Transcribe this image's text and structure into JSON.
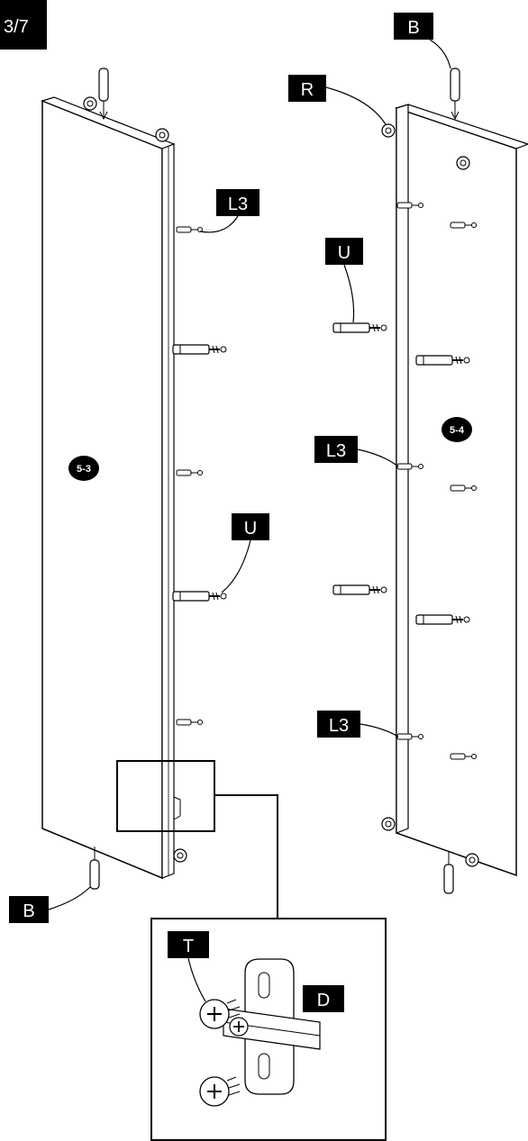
{
  "step": "3/7",
  "labels": {
    "B_top": "B",
    "R": "R",
    "L3_left": "L3",
    "U_right": "U",
    "U_left": "U",
    "L3_right_mid": "L3",
    "L3_right_low": "L3",
    "B_bottom": "B",
    "T": "T",
    "D": "D"
  },
  "panels": {
    "left": "5-3",
    "right": "5-4"
  },
  "colors": {
    "ink": "#000000",
    "paper": "#ffffff"
  },
  "icons": [
    "dowel-icon",
    "cam-lock-icon",
    "cam-bolt-icon",
    "connector-bolt-icon",
    "hinge-icon",
    "screw-icon"
  ]
}
